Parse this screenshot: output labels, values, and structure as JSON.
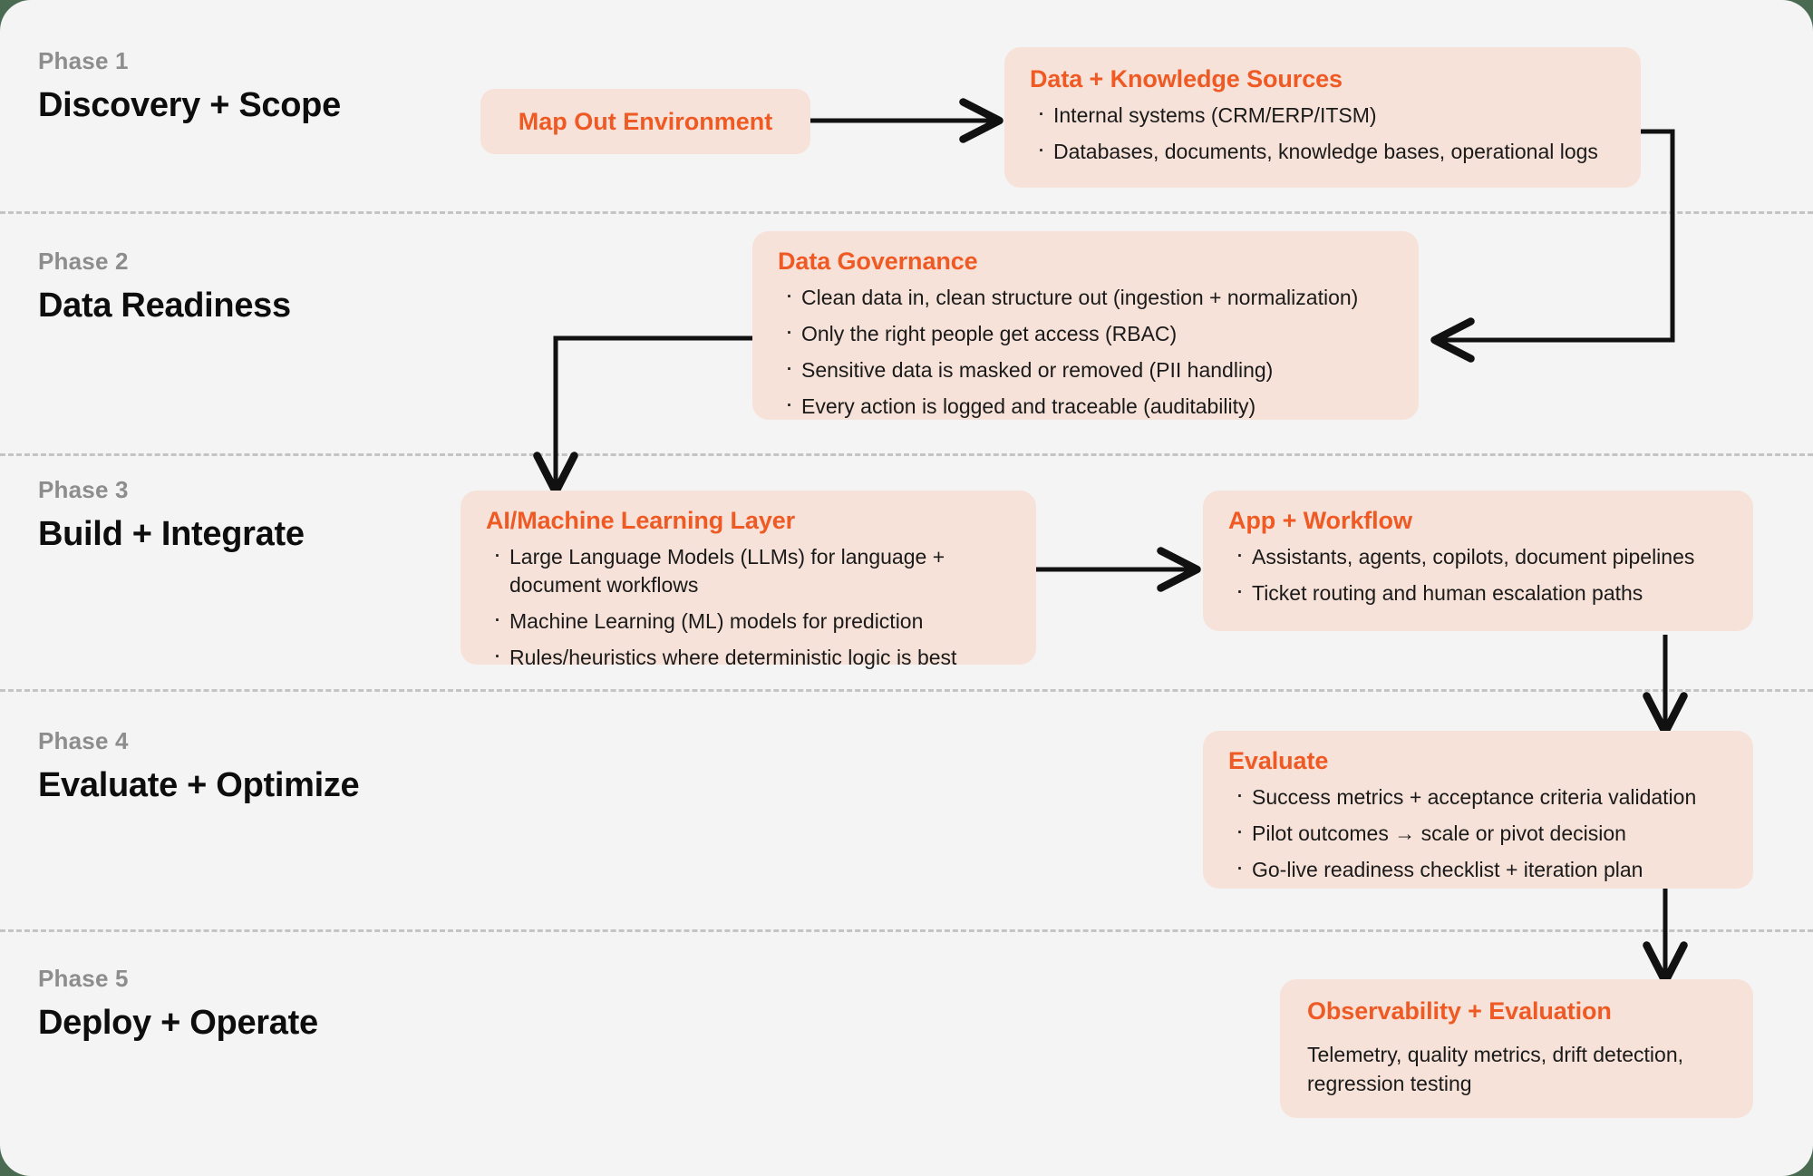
{
  "theme": {
    "accent": "#ef5a24",
    "box_fill": "#f6e2d8",
    "canvas_bg": "#f4f4f4",
    "page_bg": "#4a6b52",
    "divider": "#c4c4c4",
    "kicker_color": "#8d8d8d",
    "body_text": "#1a1a1a"
  },
  "phases": [
    {
      "kicker": "Phase 1",
      "title": "Discovery + Scope"
    },
    {
      "kicker": "Phase 2",
      "title": "Data Readiness"
    },
    {
      "kicker": "Phase 3",
      "title": "Build + Integrate"
    },
    {
      "kicker": "Phase 4",
      "title": "Evaluate + Optimize"
    },
    {
      "kicker": "Phase 5",
      "title": "Deploy + Operate"
    }
  ],
  "nodes": {
    "map_out_environment": {
      "label": "Map Out Environment"
    },
    "data_knowledge_sources": {
      "title": "Data + Knowledge Sources",
      "items": [
        "Internal systems (CRM/ERP/ITSM)",
        "Databases, documents, knowledge bases, operational logs"
      ]
    },
    "data_governance": {
      "title": "Data Governance",
      "items": [
        "Clean data in, clean structure out (ingestion + normalization)",
        "Only the right people get access (RBAC)",
        "Sensitive data is masked or removed (PII handling)",
        "Every action is logged and traceable (auditability)"
      ]
    },
    "ai_ml_layer": {
      "title": "AI/Machine Learning Layer",
      "items": [
        "Large Language Models (LLMs) for language + document workflows",
        "Machine Learning (ML) models for prediction",
        "Rules/heuristics where deterministic logic is best"
      ]
    },
    "app_workflow": {
      "title": "App + Workflow",
      "items": [
        "Assistants, agents, copilots, document pipelines",
        "Ticket routing and human escalation paths"
      ]
    },
    "evaluate": {
      "title": "Evaluate",
      "items": [
        "Success metrics + acceptance criteria validation",
        "Pilot outcomes → scale or pivot decision",
        "Go-live readiness checklist + iteration plan"
      ]
    },
    "observability_evaluation": {
      "title": "Observability + Evaluation",
      "body": "Telemetry, quality metrics, drift detection, regression testing"
    }
  },
  "connectors": [
    {
      "name": "map-out-to-data-sources",
      "from": "map_out_environment",
      "to": "data_knowledge_sources",
      "style": "straight-right"
    },
    {
      "name": "data-sources-to-data-governance",
      "from": "data_knowledge_sources",
      "to": "data_governance",
      "style": "elbow-right-down-left"
    },
    {
      "name": "data-governance-to-ai-ml",
      "from": "data_governance",
      "to": "ai_ml_layer",
      "style": "elbow-left-down"
    },
    {
      "name": "ai-ml-to-app-workflow",
      "from": "ai_ml_layer",
      "to": "app_workflow",
      "style": "straight-right"
    },
    {
      "name": "app-workflow-to-evaluate",
      "from": "app_workflow",
      "to": "evaluate",
      "style": "straight-down"
    },
    {
      "name": "evaluate-to-observability",
      "from": "evaluate",
      "to": "observability_evaluation",
      "style": "straight-down"
    }
  ]
}
